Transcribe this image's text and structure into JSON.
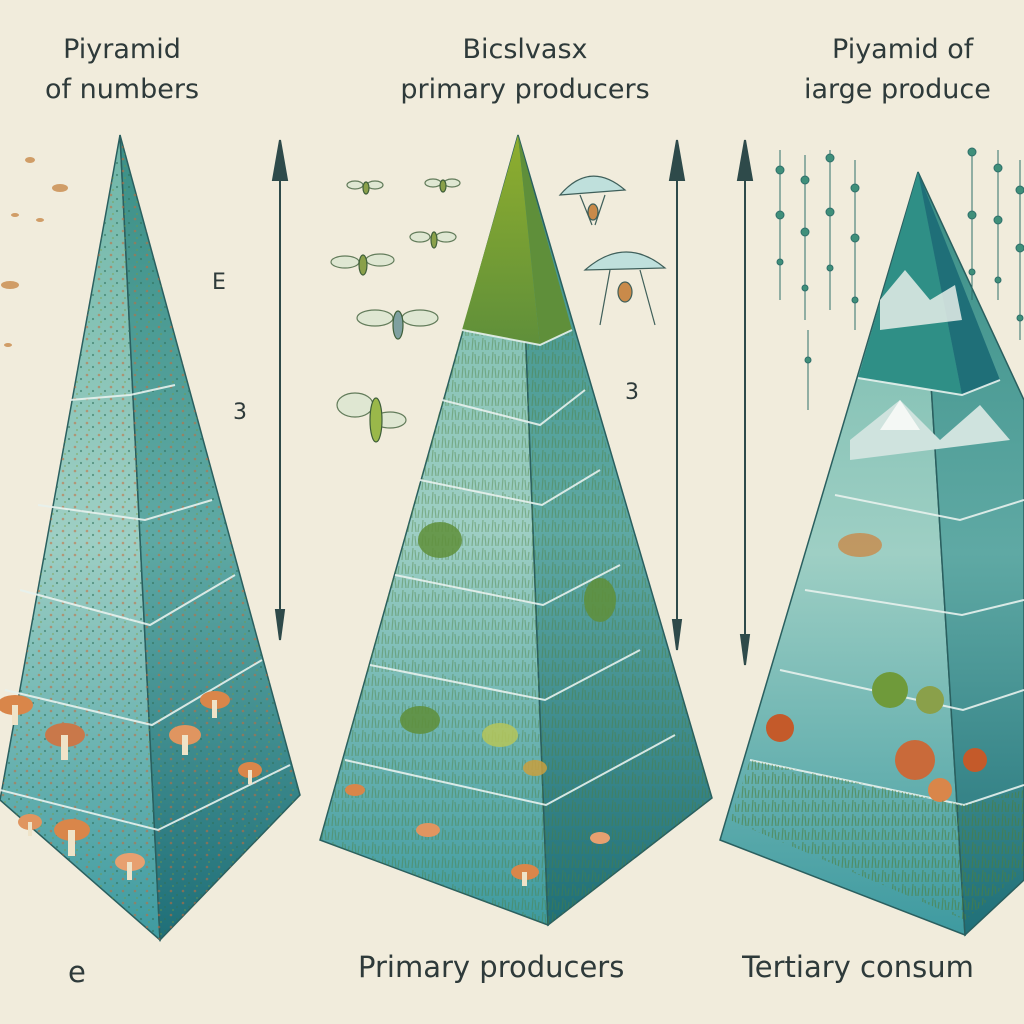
{
  "panels": [
    {
      "title_line1": "Piyramid",
      "title_line2": "of numbers",
      "marker_top": "E",
      "marker_mid": "3",
      "bottom_label": "e"
    },
    {
      "title_line1": "Bicslvasx",
      "title_line2": "primary producers",
      "marker_mid": "3",
      "bottom_label": "Primary producers"
    },
    {
      "title_line1": "Piyamid of",
      "title_line2": "iarge produce",
      "bottom_label": "Tertiary consum"
    }
  ],
  "colors": {
    "background": "#f1ecdc",
    "pyramid_teal": "#2f8f93",
    "pyramid_dark": "#1f6f78",
    "foliage_green": "#7a9a3a",
    "mushroom_orange": "#d9864a",
    "ink": "#2e3a3a"
  },
  "icons": [
    "insect-icon",
    "fly-icon",
    "mushroom-icon",
    "mountain-icon",
    "plant-icon",
    "bead-string-icon",
    "arrow-icon"
  ]
}
